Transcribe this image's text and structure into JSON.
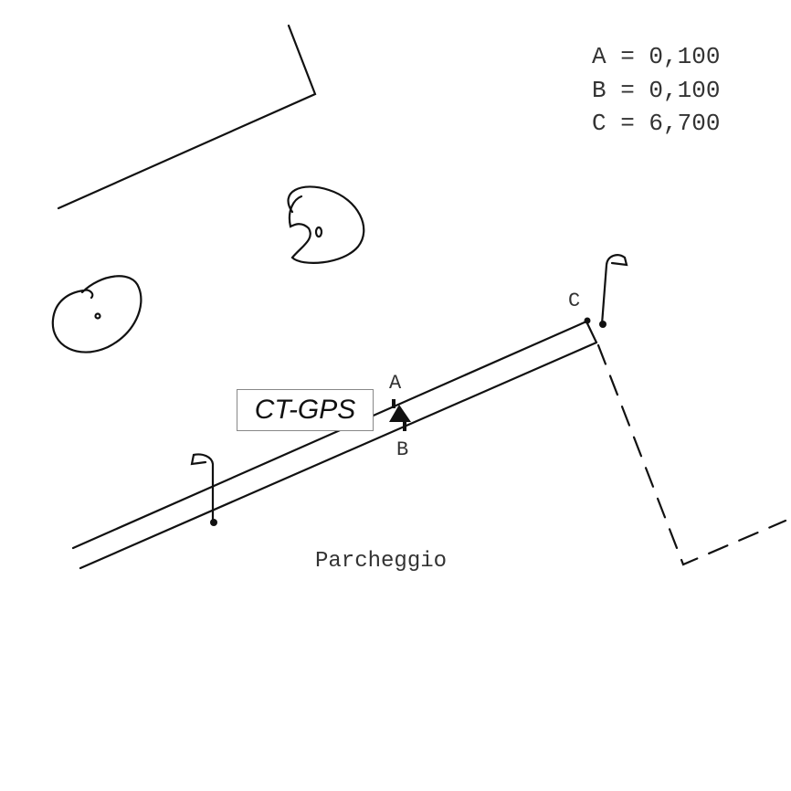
{
  "legend": [
    "A = 0,100",
    "B = 0,100",
    "C = 6,700"
  ],
  "points": {
    "a": "A",
    "b": "B",
    "c": "C"
  },
  "station_label": "CT-GPS",
  "area_label": "Parcheggio"
}
